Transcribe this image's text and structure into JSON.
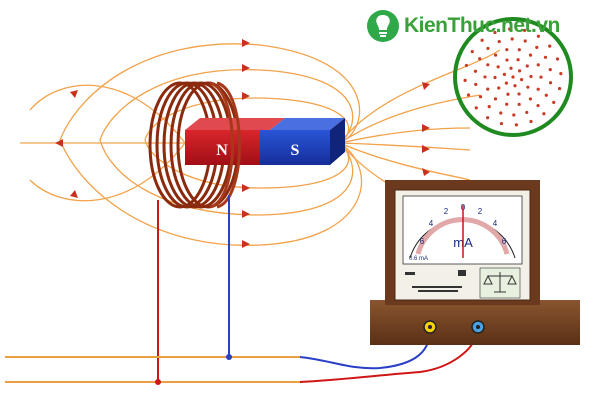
{
  "watermark": {
    "text": "KienThuc.net.vn",
    "logo_icon": "lightbulb-icon"
  },
  "magnet": {
    "north_label": "N",
    "south_label": "S",
    "north_color": "#c0141a",
    "south_color": "#1a3fbf"
  },
  "meter": {
    "scale_labels": [
      "6",
      "4",
      "2",
      "0",
      "2",
      "4",
      "6"
    ],
    "unit_label": "mA",
    "range_label": "0.6 mA",
    "accent": "#6b3a1e"
  },
  "field_line_color": "#f2a24a",
  "arrow_color": "#c8311d"
}
